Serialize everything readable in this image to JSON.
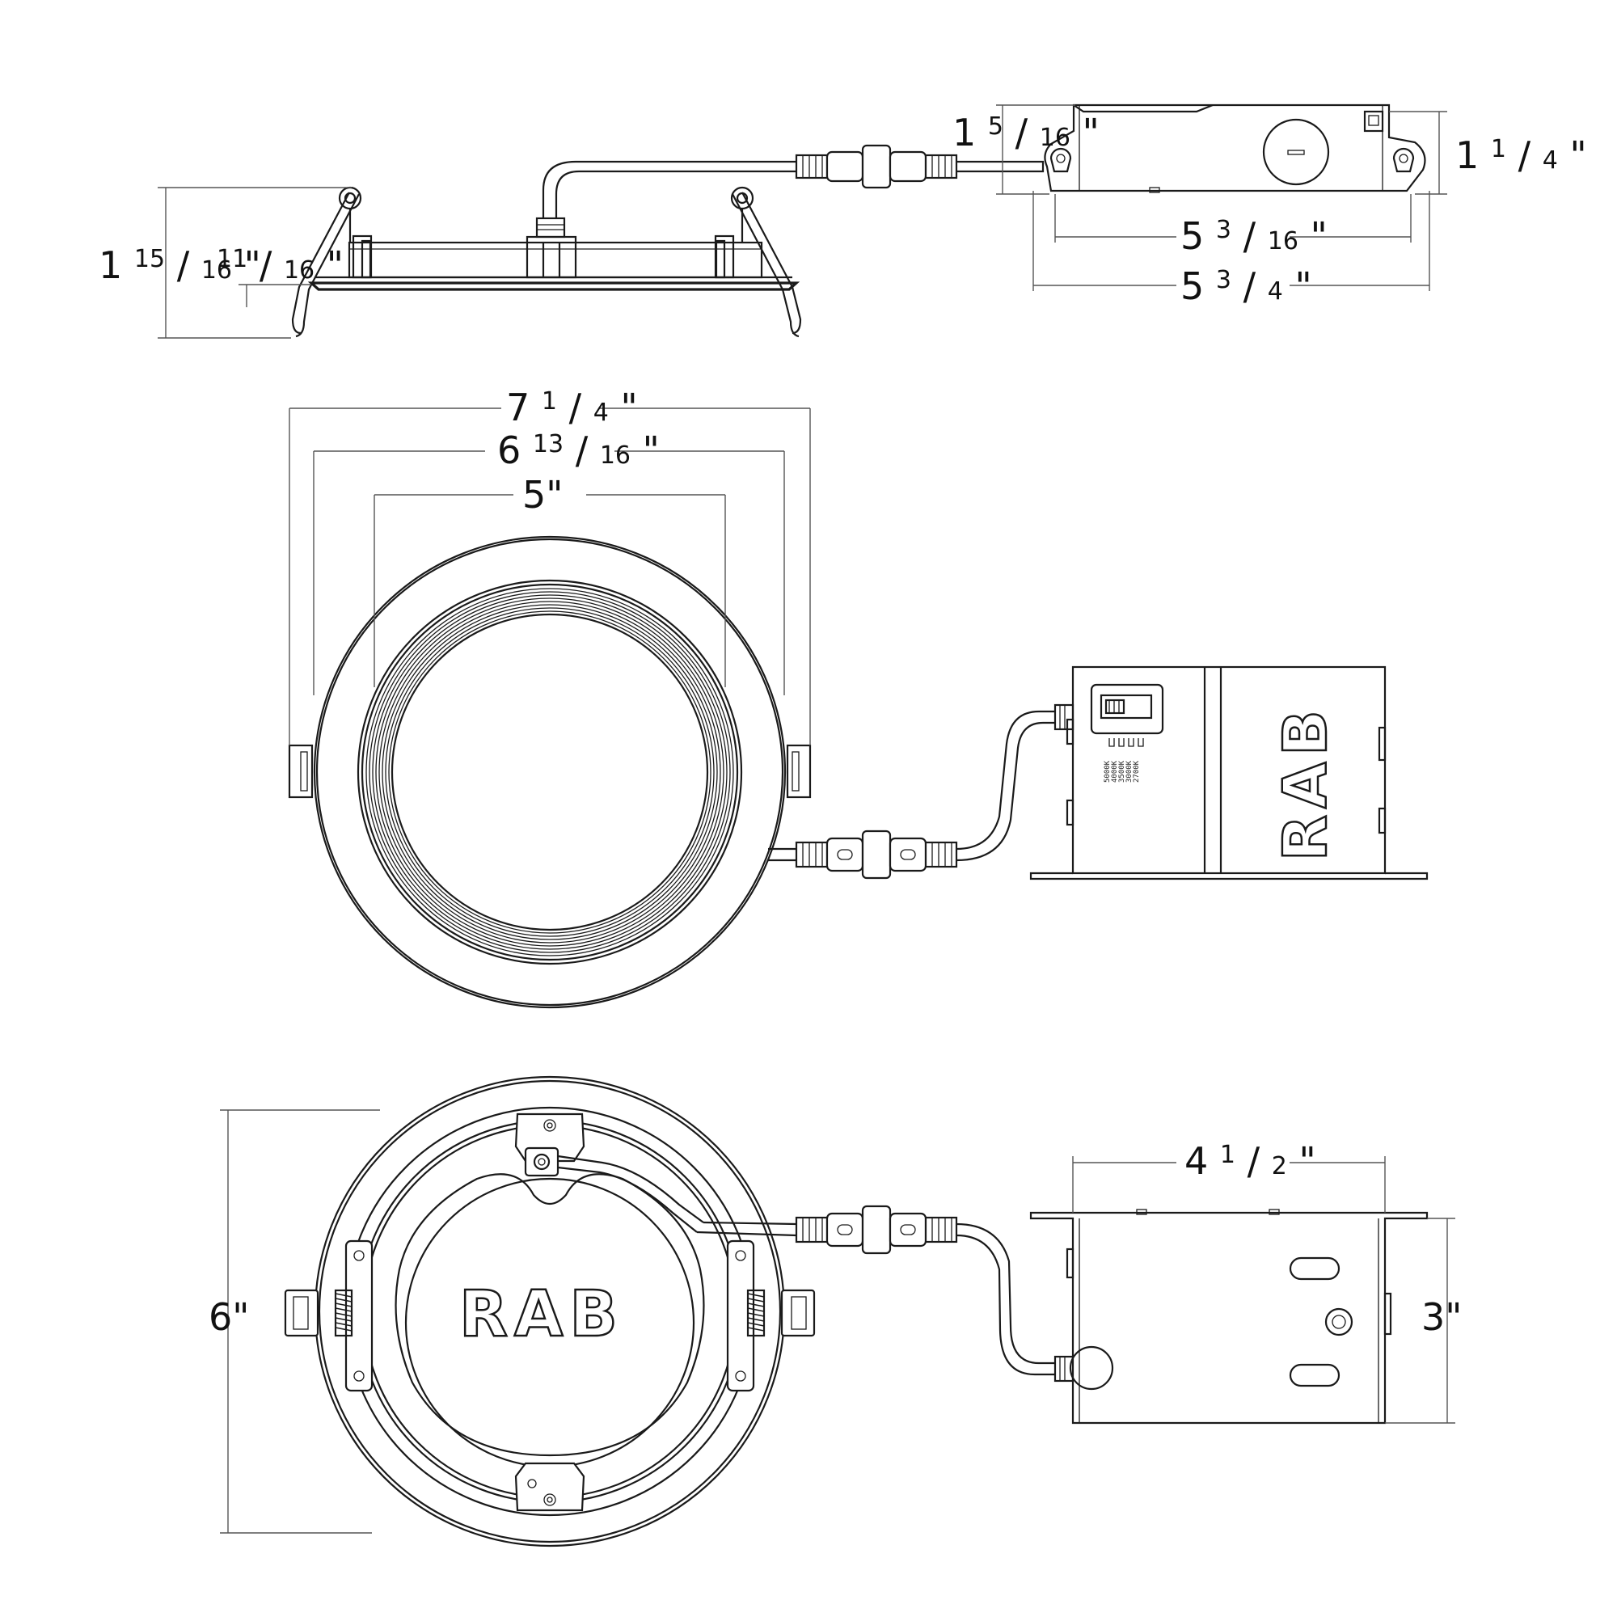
{
  "brand": {
    "logo_text": "RAB"
  },
  "driver_labels": [
    "5000K",
    "4000K",
    "3500K",
    "3000K",
    "2700K"
  ],
  "dimensions": {
    "side_overall_height": {
      "whole": "1",
      "num": "15",
      "den": "16",
      "unit": "\""
    },
    "side_flange_height": {
      "whole": "",
      "num": "11",
      "den": "16",
      "unit": "\""
    },
    "junction_box_offset": {
      "whole": "1",
      "num": "5",
      "den": "16",
      "unit": "\""
    },
    "junction_box_height": {
      "whole": "1",
      "num": "1",
      "den": "4",
      "unit": "\""
    },
    "junction_box_inner_width": {
      "whole": "5",
      "num": "3",
      "den": "16",
      "unit": "\""
    },
    "junction_box_outer_width": {
      "whole": "5",
      "num": "3",
      "den": "4",
      "unit": "\""
    },
    "outer_diameter": {
      "whole": "7",
      "num": "1",
      "den": "4",
      "unit": "\""
    },
    "trim_diameter": {
      "whole": "6",
      "num": "13",
      "den": "16",
      "unit": "\""
    },
    "aperture_diameter": {
      "whole": "5",
      "num": "",
      "den": "",
      "unit": "\""
    },
    "cutout_diameter": {
      "whole": "6",
      "num": "",
      "den": "",
      "unit": "\""
    },
    "box_length": {
      "whole": "4",
      "num": "1",
      "den": "2",
      "unit": "\""
    },
    "box_depth": {
      "whole": "3",
      "num": "",
      "den": "",
      "unit": "\""
    }
  }
}
